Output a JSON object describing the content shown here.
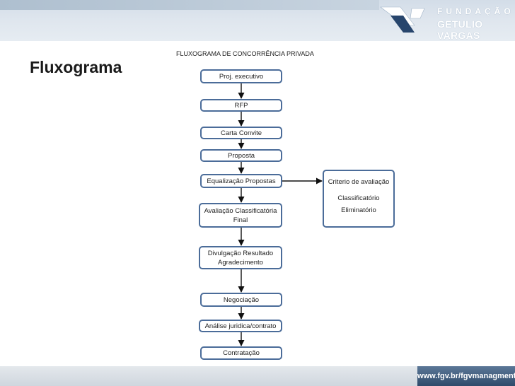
{
  "header": {
    "brand_line1": "FUNDAÇÃO",
    "brand_line2": "GETULIO VARGAS"
  },
  "slide_title": "Fluxograma",
  "diagram": {
    "heading": "FLUXOGRAMA DE CONCORRÊNCIA PRIVADA",
    "nodes": [
      {
        "id": "proj-executivo",
        "lines": [
          "Proj. executivo"
        ]
      },
      {
        "id": "rfp",
        "lines": [
          "RFP"
        ]
      },
      {
        "id": "carta-convite",
        "lines": [
          "Carta Convite"
        ]
      },
      {
        "id": "proposta",
        "lines": [
          "Proposta"
        ]
      },
      {
        "id": "equalizacao-propostas",
        "lines": [
          "Equalização Propostas"
        ]
      },
      {
        "id": "avaliacao-classificatoria",
        "lines": [
          "Avaliação Classificatória",
          "Final"
        ]
      },
      {
        "id": "divulgacao-resultado",
        "lines": [
          "Divulgação Resultado",
          "Agradecimento"
        ]
      },
      {
        "id": "negociacao",
        "lines": [
          "Negociação"
        ]
      },
      {
        "id": "analise-juridica",
        "lines": [
          "Análise juridica/contrato"
        ]
      },
      {
        "id": "contratacao",
        "lines": [
          "Contratação"
        ]
      },
      {
        "id": "criterio-avaliacao",
        "lines": [
          "Criterio de avaliação",
          "Classificatório",
          "Eliminatório"
        ]
      }
    ],
    "edges": [
      {
        "from": "proj-executivo",
        "to": "rfp"
      },
      {
        "from": "rfp",
        "to": "carta-convite"
      },
      {
        "from": "carta-convite",
        "to": "proposta"
      },
      {
        "from": "proposta",
        "to": "equalizacao-propostas"
      },
      {
        "from": "equalizacao-propostas",
        "to": "avaliacao-classificatoria"
      },
      {
        "from": "avaliacao-classificatoria",
        "to": "divulgacao-resultado"
      },
      {
        "from": "divulgacao-resultado",
        "to": "negociacao"
      },
      {
        "from": "negociacao",
        "to": "analise-juridica"
      },
      {
        "from": "analise-juridica",
        "to": "contratacao"
      },
      {
        "from": "equalizacao-propostas",
        "to": "criterio-avaliacao"
      }
    ]
  },
  "footer": {
    "url": "www.fgv.br/fgvmanagment"
  },
  "colors": {
    "node_border": "#4b6c99",
    "arrow": "#111111"
  }
}
